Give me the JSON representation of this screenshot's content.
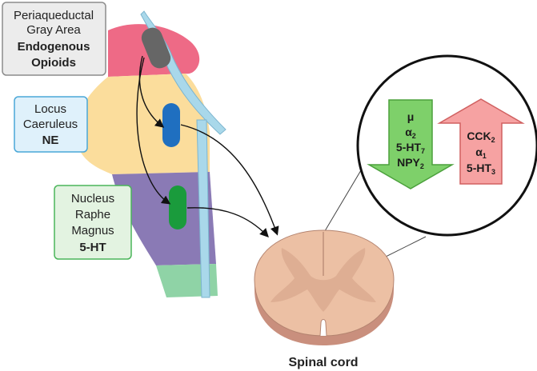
{
  "labels": {
    "pag": {
      "line1": "Periaqueductal",
      "line2": "Gray Area",
      "line3": "Endogenous",
      "line4": "Opioids"
    },
    "lc": {
      "line1": "Locus",
      "line2": "Caeruleus",
      "line3": "NE"
    },
    "nrm": {
      "line1": "Nucleus",
      "line2": "Raphe",
      "line3": "Magnus",
      "line4": "5-HT"
    },
    "spinal_cord": "Spinal cord"
  },
  "receptors": {
    "inhibitory": {
      "items": [
        {
          "base": "μ",
          "sub": ""
        },
        {
          "base": "α",
          "sub": "2"
        },
        {
          "base": "5-HT",
          "sub": "7"
        },
        {
          "base": "NPY",
          "sub": "2"
        }
      ]
    },
    "excitatory": {
      "items": [
        {
          "base": "CCK",
          "sub": "2"
        },
        {
          "base": "α",
          "sub": "1"
        },
        {
          "base": "5-HT",
          "sub": "3"
        }
      ]
    }
  },
  "colors": {
    "pag_region": "#ee6a86",
    "yellow_region": "#fbdd9c",
    "purple_region": "#8a7ab5",
    "green_region": "#8fd3a6",
    "aqueduct": "#a9d8ea",
    "pag_nucleus": "#666666",
    "lc_nucleus": "#1f6fc0",
    "nrm_nucleus": "#1a9b3c",
    "lc_box_border": "#4aa7d8",
    "lc_box_fill": "#dff1fb",
    "nrm_box_border": "#4bb55a",
    "nrm_box_fill": "#e3f3e1",
    "pag_box_border": "#8c8c8c",
    "pag_box_fill": "#ececec",
    "green_arrow": "#7ed06a",
    "red_arrow": "#f6a2a2",
    "spinal_cord": "#ecc0a4",
    "spinal_shadow": "#c98f7d"
  }
}
